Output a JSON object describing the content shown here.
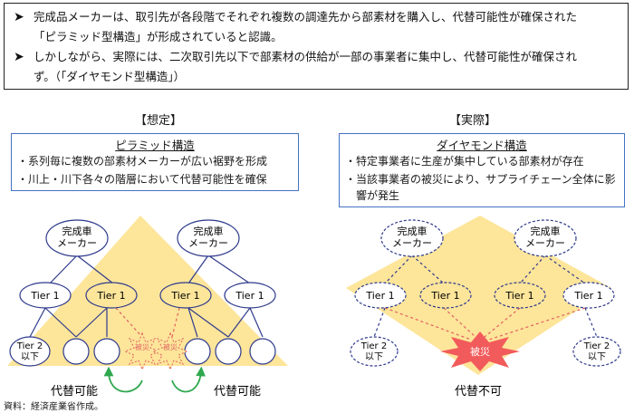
{
  "bullets": [
    {
      "mark": "➤",
      "lines": [
        "完成品メーカーは、取引先が各段階でそれぞれ複数の調達先から部素材を購入し、代替可能性が確保された",
        "「ピラミッド型構造」が形成されていると認識。"
      ]
    },
    {
      "mark": "➤",
      "lines": [
        "しかしながら、実際には、二次取引先以下で部素材の供給が一部の事業者に集中し、代替可能性が確保され",
        "ず。（「ダイヤモンド型構造」）"
      ]
    }
  ],
  "left": {
    "heading": "【想定】",
    "box_title": "ピラミッド構造",
    "box_lines": [
      "・系列毎に複数の部素材メーカーが広い裾野を形成",
      "・川上・川下各々の階層において代替可能性を確保"
    ],
    "nodes": {
      "oem": [
        "完成車",
        "メーカー"
      ],
      "tier1": "Tier 1",
      "tier2": [
        "Tier 2",
        "以下"
      ],
      "disaster": "被災"
    },
    "bottom_labels": [
      "代替可能",
      "代替可能"
    ]
  },
  "right": {
    "heading": "【実際】",
    "box_title": "ダイヤモンド構造",
    "box_lines": [
      "・特定事業者に生産が集中している部素材が存在",
      "・当該事業者の被災により、サプライチェーン全体に影",
      "　響が発生"
    ],
    "nodes": {
      "oem": [
        "完成車",
        "メーカー"
      ],
      "tier1": "Tier 1",
      "tier2": [
        "Tier 2",
        "以下"
      ],
      "disaster": "被災"
    },
    "bottom_label": "代替不可"
  },
  "source": "資料：経済産業省作成。",
  "colors": {
    "triangle": "#fde59a",
    "node_stroke": "#2e3a8c",
    "box_border": "#4472c4",
    "disaster_fill": "#f25b5b",
    "arrow": "#2fa84f",
    "dashed_red": "#e06060"
  }
}
